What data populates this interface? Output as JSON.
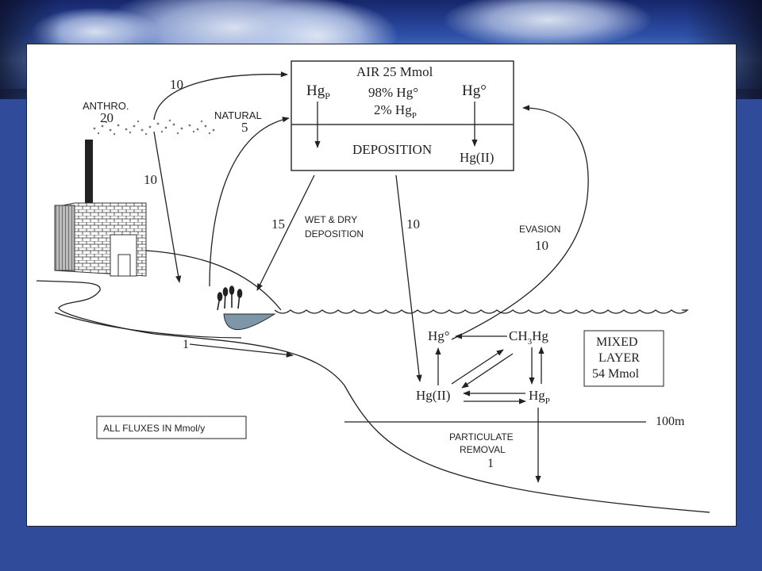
{
  "diagram": {
    "air_box": {
      "title": "AIR 25 Mmol",
      "hgp_label": "Hg",
      "hgp_sub": "P",
      "ratio_line1": "98% Hg°",
      "ratio_line2_main": "2% Hg",
      "ratio_line2_sub": "P",
      "hg0_label": "Hg°",
      "deposition_label": "DEPOSITION",
      "hgII_label": "Hg(II)"
    },
    "labels": {
      "anthro": "ANTHRO.",
      "anthro_value": "20",
      "natural": "NATURAL",
      "natural_value": "5",
      "flux_top": "10",
      "flux_left_down": "10",
      "wet_dry_value": "15",
      "wet_dry_line1": "WET & DRY",
      "wet_dry_line2": "DEPOSITION",
      "flux_center_down": "10",
      "evasion": "EVASION",
      "evasion_value": "10",
      "runoff_value": "1",
      "depth": "100m",
      "particulate_line1": "PARTICULATE",
      "particulate_line2": "REMOVAL",
      "particulate_value": "1",
      "fluxes_note": "ALL FLUXES IN Mmol/y"
    },
    "ocean_species": {
      "hg0": "Hg°",
      "ch3hg_a": "CH",
      "ch3hg_sub": "3",
      "ch3hg_b": "Hg",
      "hgII": "Hg(II)",
      "hgp": "Hg",
      "hgp_sub": "P"
    },
    "mixed_layer": {
      "line1": "MIXED",
      "line2": "LAYER",
      "line3": "54 Mmol"
    }
  }
}
